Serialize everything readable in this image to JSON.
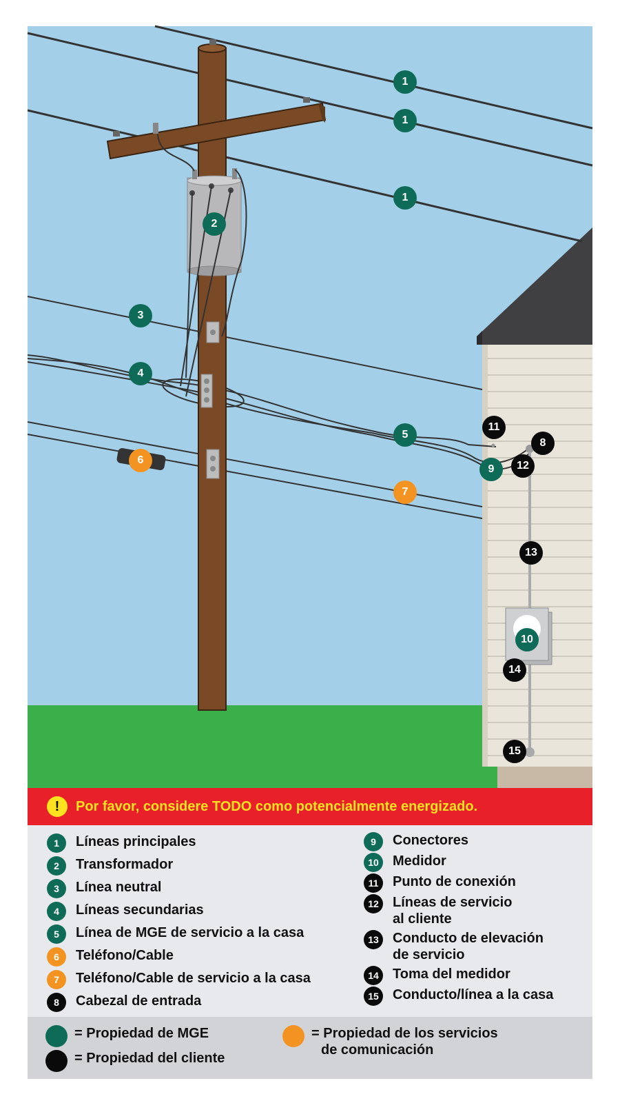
{
  "colors": {
    "sky": "#a3cfe8",
    "grass": "#3bb04a",
    "pole": "#7a4a26",
    "mge_green": "#0e6b57",
    "customer_black": "#0a0a0a",
    "comm_orange": "#f39322",
    "warning_red": "#e8202a",
    "warning_yellow": "#ffe21f"
  },
  "callouts": [
    {
      "num": "1",
      "owner": "mge"
    },
    {
      "num": "1",
      "owner": "mge"
    },
    {
      "num": "1",
      "owner": "mge"
    },
    {
      "num": "2",
      "owner": "mge"
    },
    {
      "num": "3",
      "owner": "mge"
    },
    {
      "num": "4",
      "owner": "mge"
    },
    {
      "num": "5",
      "owner": "mge"
    },
    {
      "num": "6",
      "owner": "comm"
    },
    {
      "num": "7",
      "owner": "comm"
    },
    {
      "num": "8",
      "owner": "customer"
    },
    {
      "num": "9",
      "owner": "mge"
    },
    {
      "num": "10",
      "owner": "mge"
    },
    {
      "num": "11",
      "owner": "customer"
    },
    {
      "num": "12",
      "owner": "customer"
    },
    {
      "num": "13",
      "owner": "customer"
    },
    {
      "num": "14",
      "owner": "customer"
    },
    {
      "num": "15",
      "owner": "customer"
    }
  ],
  "warning": {
    "icon": "!",
    "text": "Por favor, considere TODO como potencialmente energizado."
  },
  "legend": [
    {
      "num": "1",
      "owner": "mge",
      "label": "Líneas principales"
    },
    {
      "num": "2",
      "owner": "mge",
      "label": "Transformador"
    },
    {
      "num": "3",
      "owner": "mge",
      "label": "Línea neutral"
    },
    {
      "num": "4",
      "owner": "mge",
      "label": "Líneas secundarias"
    },
    {
      "num": "5",
      "owner": "mge",
      "label": "Línea de MGE de servicio a la casa"
    },
    {
      "num": "6",
      "owner": "comm",
      "label": "Teléfono/Cable"
    },
    {
      "num": "7",
      "owner": "comm",
      "label": "Teléfono/Cable de servicio a la casa"
    },
    {
      "num": "8",
      "owner": "customer",
      "label": "Cabezal de entrada"
    },
    {
      "num": "9",
      "owner": "mge",
      "label": "Conectores"
    },
    {
      "num": "10",
      "owner": "mge",
      "label": "Medidor"
    },
    {
      "num": "11",
      "owner": "customer",
      "label": "Punto de conexión"
    },
    {
      "num": "12",
      "owner": "customer",
      "label_1": "Líneas de servicio",
      "label_2": "al cliente"
    },
    {
      "num": "13",
      "owner": "customer",
      "label_1": "Conducto de elevación",
      "label_2": "de servicio"
    },
    {
      "num": "14",
      "owner": "customer",
      "label": "Toma del medidor"
    },
    {
      "num": "15",
      "owner": "customer",
      "label": "Conducto/línea a la casa"
    }
  ],
  "ownership": {
    "mge": "= Propiedad de MGE",
    "customer": "= Propiedad del cliente",
    "comm_1": "= Propiedad de los servicios",
    "comm_2": "de comunicación"
  }
}
